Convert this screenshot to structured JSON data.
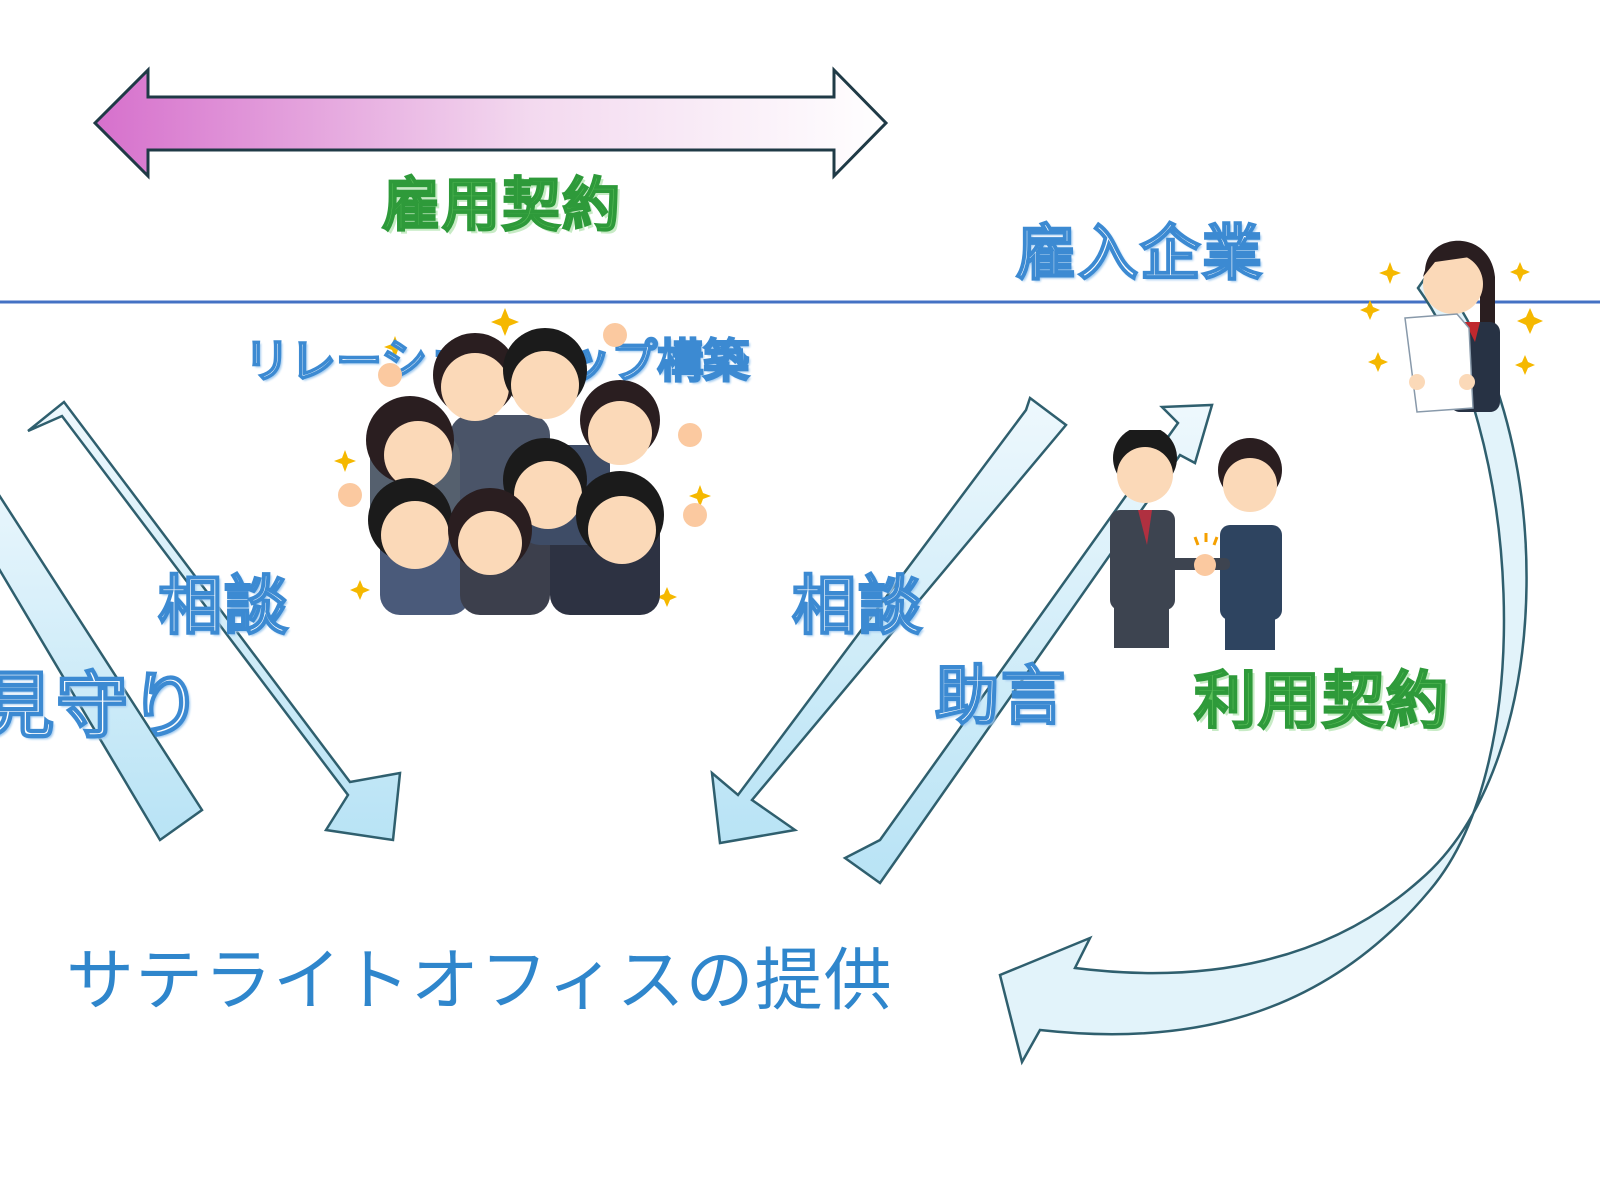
{
  "labels": {
    "employment_contract": "雇用契約",
    "hiring_company": "雇入企業",
    "relationship_building": "リレーションシップ構築",
    "consultation_left": "相談",
    "watching_over": "見守り",
    "consultation_right": "相談",
    "advice": "助言",
    "usage_contract": "利用契約",
    "satellite_office": "サテライトオフィスの提供"
  },
  "colors": {
    "divider_line": "#4472c4",
    "arrow_fill": "#c4e8f7",
    "arrow_stroke": "#2f5f6e",
    "double_arrow_start": "#d670cc",
    "double_arrow_end": "#ffffff",
    "green_text": "#4cb04a",
    "blue_text": "#2f86cc"
  },
  "illustrations": {
    "student_group": "group-of-students-cheering",
    "handshake": "businessman-and-businesswoman-handshake",
    "employee_with_document": "woman-holding-document"
  }
}
